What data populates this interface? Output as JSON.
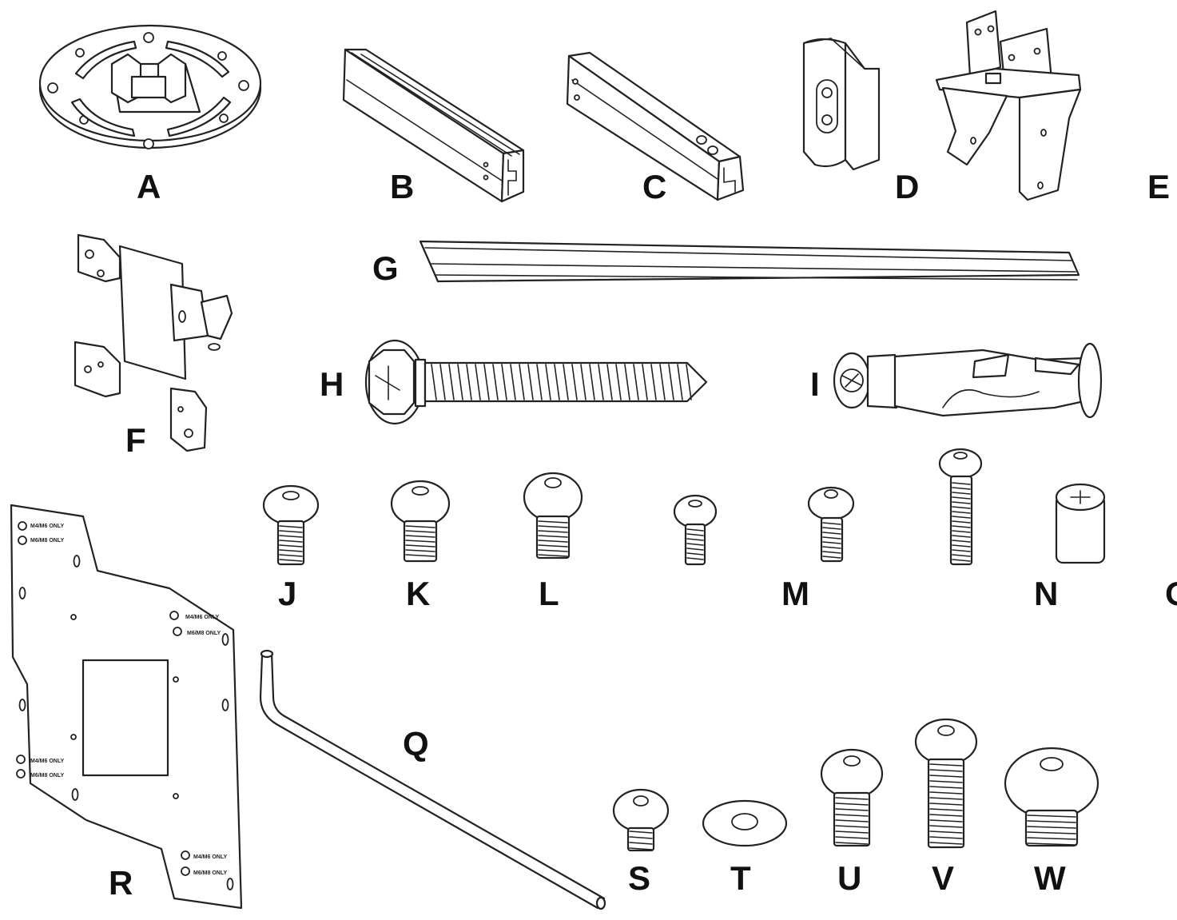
{
  "labels": {
    "A": "A",
    "B": "B",
    "C": "C",
    "D": "D",
    "E": "E",
    "F": "F",
    "G": "G",
    "H": "H",
    "I": "I",
    "J": "J",
    "K": "K",
    "L": "L",
    "M": "M",
    "N": "N",
    "O": "O",
    "Q": "Q",
    "R": "R",
    "S": "S",
    "T": "T",
    "U": "U",
    "V": "V",
    "W": "W"
  },
  "plate_text": {
    "m4m6_only": "M4/M6 ONLY",
    "m6m8_only": "M6/M8 ONLY"
  }
}
